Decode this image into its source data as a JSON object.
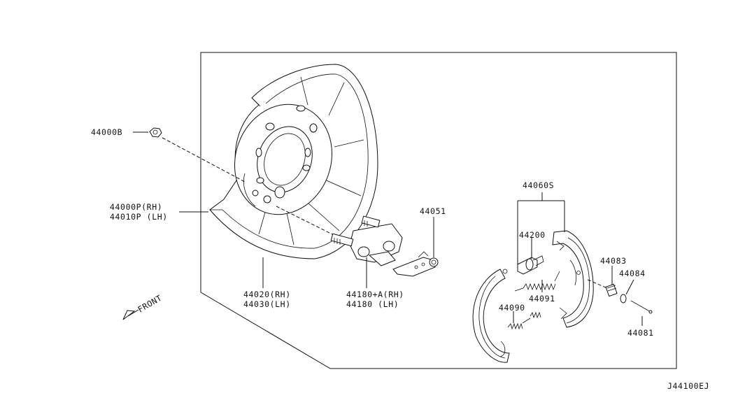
{
  "diagram_code": "J44100EJ",
  "direction_label": "FRONT",
  "parts": {
    "nut": {
      "number": "44000B"
    },
    "back_plate": {
      "line1": "44000P(RH)",
      "line2": "44010P (LH)"
    },
    "backing_plate": {
      "line1": "44020(RH)",
      "line2": "44030(LH)"
    },
    "cylinder": {
      "line1": "44180+A(RH)",
      "line2": "44180 (LH)"
    },
    "lever": {
      "number": "44051"
    },
    "shoe_set": {
      "number": "44060S"
    },
    "adjuster": {
      "number": "44200"
    },
    "spring_upper": {
      "number": "44091"
    },
    "spring_lower": {
      "number": "44090"
    },
    "cup": {
      "number": "44083"
    },
    "spring_hold": {
      "number": "44084"
    },
    "pin": {
      "number": "44081"
    }
  }
}
